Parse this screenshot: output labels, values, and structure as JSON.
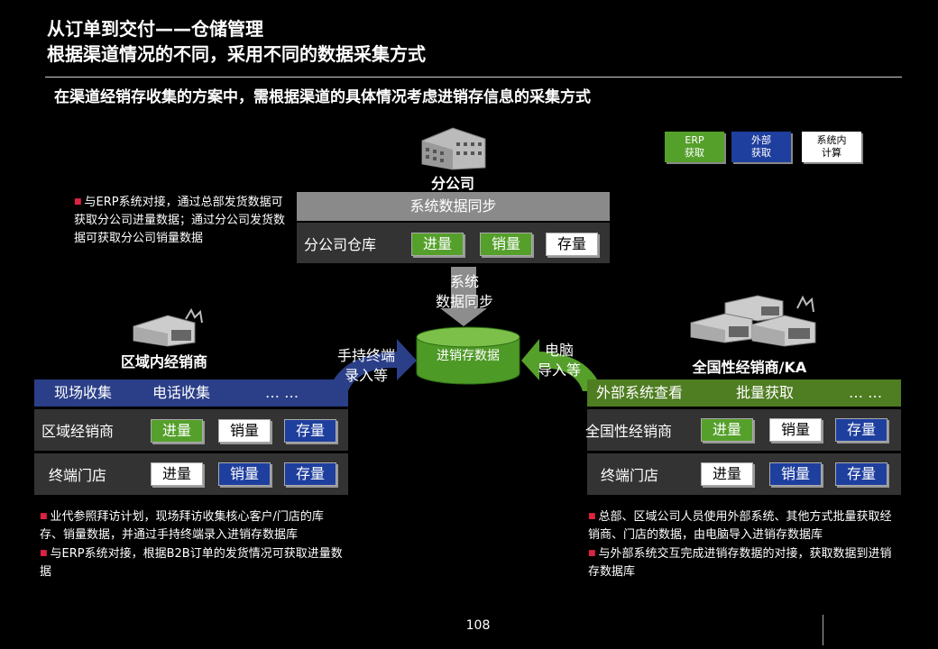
{
  "title": {
    "line1": "从订单到交付——仓储管理",
    "line2": "根据渠道情况的不同，采用不同的数据采集方式"
  },
  "subtitle": "在渠道经销存收集的方案中，需根据渠道的具体情况考虑进销存信息的采集方式",
  "legend": [
    {
      "label_line1": "ERP",
      "label_line2": "获取",
      "color": "#55a02b"
    },
    {
      "label_line1": "外部",
      "label_line2": "获取",
      "color": "#1f3f9e"
    },
    {
      "label_line1": "系统内",
      "label_line2": "计算",
      "color": "#ffffff"
    }
  ],
  "branch": {
    "name": "分公司",
    "header": "系统数据同步",
    "row_label": "分公司仓库",
    "tags": [
      "进量",
      "销量",
      "存量"
    ],
    "note": "与ERP系统对接，通过总部发货数据可获取分公司进量数据；通过分公司发货数据可获取分公司销量数据"
  },
  "center": {
    "db_label": "进销存数据",
    "sync_label_1": "系统",
    "sync_label_2": "数据同步",
    "left_arrow_1": "手持终端",
    "left_arrow_2": "录入等",
    "right_arrow_1": "电脑",
    "right_arrow_2": "导入等"
  },
  "regional": {
    "name": "区域内经销商",
    "header": {
      "a": "现场收集",
      "b": "电话收集",
      "c": "… …"
    },
    "rows": [
      {
        "label": "区域经销商",
        "tags": [
          "进量",
          "销量",
          "存量"
        ]
      },
      {
        "label": "终端门店",
        "tags": [
          "进量",
          "销量",
          "存量"
        ]
      }
    ],
    "notes": [
      "业代参照拜访计划，现场拜访收集核心客户/门店的库存、销量数据，并通过手持终端录入进销存数据库",
      "与ERP系统对接，根据B2B订单的发货情况可获取进量数据"
    ]
  },
  "national": {
    "name": "全国性经销商/KA",
    "header": {
      "a": "外部系统查看",
      "b": "批量获取",
      "c": "… …"
    },
    "rows": [
      {
        "label": "全国性经销商",
        "tags": [
          "进量",
          "销量",
          "存量"
        ]
      },
      {
        "label": "终端门店",
        "tags": [
          "进量",
          "销量",
          "存量"
        ]
      }
    ],
    "notes": [
      "总部、区域公司人员使用外部系统、其他方式批量获取经销商、门店的数据，由电脑导入进销存数据库",
      "与外部系统交互完成进销存数据的对接，获取数据到进销存数据库"
    ]
  },
  "page_number": "108"
}
